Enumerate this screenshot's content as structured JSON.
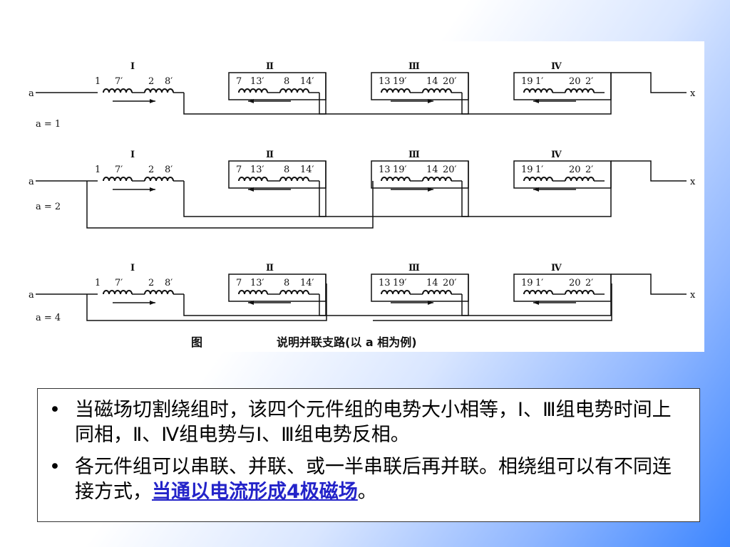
{
  "figure": {
    "rows": [
      {
        "label": "a = 1",
        "groups": [
          "Ⅰ",
          "Ⅱ",
          "Ⅲ",
          "Ⅳ"
        ],
        "coils": [
          [
            "1",
            "7′",
            "2",
            "8′"
          ],
          [
            "7",
            "13′",
            "8",
            "14′"
          ],
          [
            "13",
            "19′",
            "14",
            "20′"
          ],
          [
            "19",
            "1′",
            "20",
            "2′"
          ]
        ]
      },
      {
        "label": "a = 2",
        "groups": [
          "Ⅰ",
          "Ⅱ",
          "Ⅲ",
          "Ⅳ"
        ],
        "coils": [
          [
            "1",
            "7′",
            "2",
            "8′"
          ],
          [
            "7",
            "13′",
            "8",
            "14′"
          ],
          [
            "13",
            "19′",
            "14",
            "20′"
          ],
          [
            "19",
            "1′",
            "20",
            "2′"
          ]
        ]
      },
      {
        "label": "a = 4",
        "groups": [
          "Ⅰ",
          "Ⅱ",
          "Ⅲ",
          "Ⅳ"
        ],
        "coils": [
          [
            "1",
            "7′",
            "2",
            "8′"
          ],
          [
            "7",
            "13′",
            "8",
            "14′"
          ],
          [
            "13",
            "19′",
            "14",
            "20′"
          ],
          [
            "19",
            "1′",
            "20",
            "2′"
          ]
        ]
      }
    ],
    "terminal_in": "a",
    "terminal_out": "x",
    "caption_prefix": "图",
    "caption": "说明并联支路(以 a 相为例)"
  },
  "bullets": [
    {
      "symbol": "•",
      "text": "当磁场切割绕组时，该四个元件组的电势大小相等，Ⅰ、Ⅲ组电势时间上同相，Ⅱ、Ⅳ组电势与Ⅰ、Ⅲ组电势反相。"
    },
    {
      "symbol": "•",
      "text": "各元件组可以串联、并联、或一半串联后再并联。相绕组可以有不同连接方式，",
      "highlight": "当通以电流形成4极磁场",
      "tail": "。"
    }
  ]
}
